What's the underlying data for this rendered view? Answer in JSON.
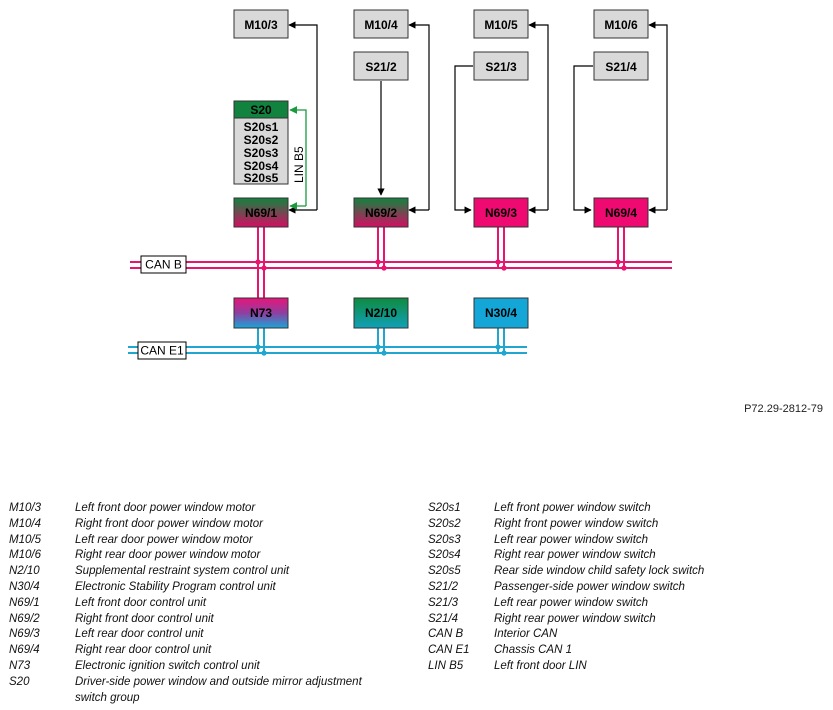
{
  "boxes": {
    "m10_3": "M10/3",
    "m10_4": "M10/4",
    "m10_5": "M10/5",
    "m10_6": "M10/6",
    "s21_2": "S21/2",
    "s21_3": "S21/3",
    "s21_4": "S21/4",
    "s20": "S20",
    "s20_sub": [
      "S20s1",
      "S20s2",
      "S20s3",
      "S20s4",
      "S20s5"
    ],
    "n69_1": "N69/1",
    "n69_2": "N69/2",
    "n69_3": "N69/3",
    "n69_4": "N69/4",
    "n73": "N73",
    "n2_10": "N2/10",
    "n30_4": "N30/4"
  },
  "bus_labels": {
    "can_b": "CAN B",
    "can_e1": "CAN E1",
    "lin_b5": "LIN B5"
  },
  "reference": "P72.29-2812-79",
  "colors": {
    "can_b": "#e8156f",
    "can_e1": "#21a6d1",
    "lin": "#1a9a3c",
    "box_gray": "#d9d9d9",
    "green": "#11833e",
    "pink": "#ef0a72",
    "cyan": "#14a6d6"
  },
  "legend_left": [
    {
      "code": "M10/3",
      "desc": "Left front door power window motor"
    },
    {
      "code": "M10/4",
      "desc": "Right front door power window motor"
    },
    {
      "code": "M10/5",
      "desc": "Left rear door power window motor"
    },
    {
      "code": "M10/6",
      "desc": "Right rear door power window motor"
    },
    {
      "code": "N2/10",
      "desc": "Supplemental restraint system control unit"
    },
    {
      "code": "N30/4",
      "desc": "Electronic Stability Program control unit"
    },
    {
      "code": "N69/1",
      "desc": "Left front door control unit"
    },
    {
      "code": "N69/2",
      "desc": "Right front door control unit"
    },
    {
      "code": "N69/3",
      "desc": "Left rear door control unit"
    },
    {
      "code": "N69/4",
      "desc": "Right rear door control unit"
    },
    {
      "code": "N73",
      "desc": "Electronic ignition switch control unit"
    },
    {
      "code": "S20",
      "desc": "Driver-side power window and outside mirror adjustment switch group"
    }
  ],
  "legend_right": [
    {
      "code": "S20s1",
      "desc": "Left front power window switch"
    },
    {
      "code": "S20s2",
      "desc": "Right front power window switch"
    },
    {
      "code": "S20s3",
      "desc": "Left rear power window switch"
    },
    {
      "code": "S20s4",
      "desc": "Right rear power window switch"
    },
    {
      "code": "S20s5",
      "desc": "Rear side window child safety lock switch"
    },
    {
      "code": "S21/2",
      "desc": "Passenger-side power window switch"
    },
    {
      "code": "S21/3",
      "desc": "Left rear power window switch"
    },
    {
      "code": "S21/4",
      "desc": "Right rear power window switch"
    },
    {
      "code": "CAN B",
      "desc": "Interior CAN"
    },
    {
      "code": "CAN E1",
      "desc": "Chassis CAN 1"
    },
    {
      "code": "LIN B5",
      "desc": "Left front door LIN"
    }
  ]
}
